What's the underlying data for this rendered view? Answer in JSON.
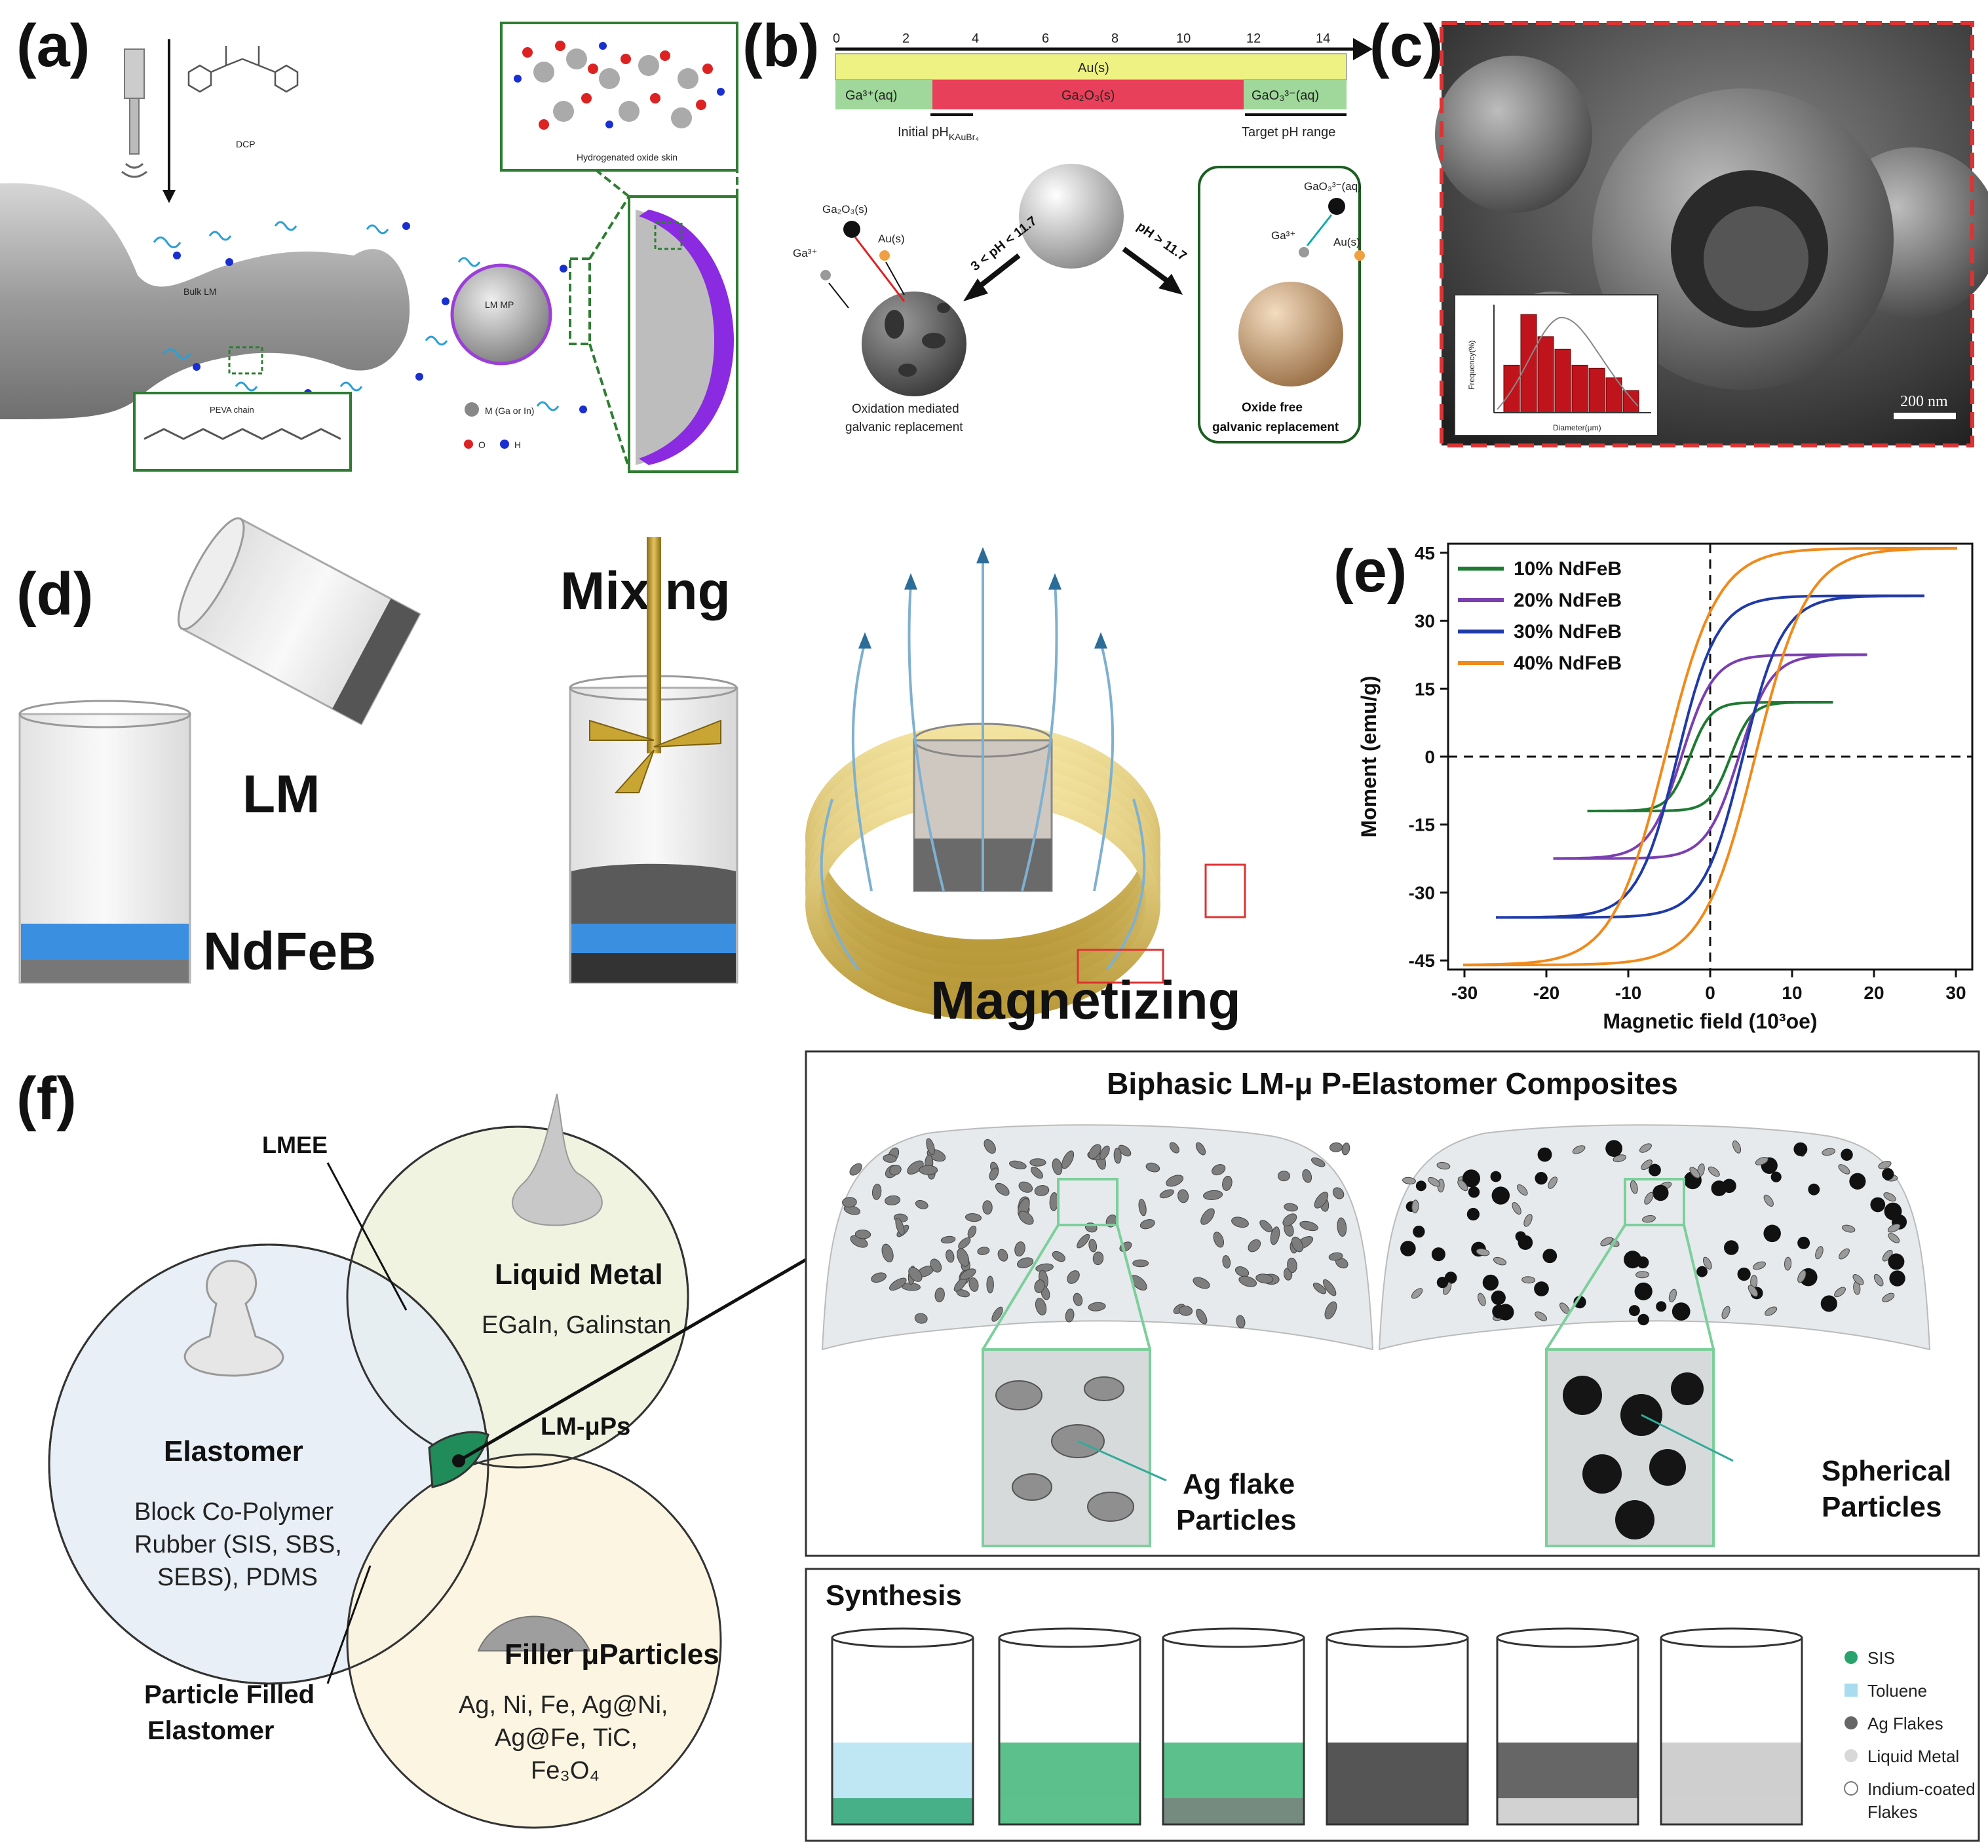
{
  "figure": {
    "labels": {
      "a": "(a)",
      "b": "(b)",
      "c": "(c)",
      "d": "(d)",
      "e": "(e)",
      "f": "(f)"
    }
  },
  "panel_a": {
    "dcp": "DCP",
    "oxide_skin": "Hydrogenated oxide skin",
    "bulk_lm": "Bulk LM",
    "lm_mp": "LM MP",
    "peva": "PEVA chain",
    "legend_m": "M (Ga or In)",
    "legend_o": "O",
    "legend_h": "H"
  },
  "panel_b": {
    "ticks": [
      "0",
      "2",
      "4",
      "6",
      "8",
      "10",
      "12",
      "14"
    ],
    "au_bar": "Au(s)",
    "ga3": "Ga³⁺(aq)",
    "ga2o3_bar": "Ga₂O₃(s)",
    "gao3": "GaO₃³⁻(aq)",
    "initial_ph": "Initial pH",
    "initial_ph_sub": "KAuBr₄",
    "target_ph": "Target pH range",
    "left_ga2o3": "Ga₂O₃(s)",
    "left_ga3": "Ga³⁺",
    "left_au": "Au(s)",
    "arrow_left": "3 < pH < 11.7",
    "arrow_right": "pH > 11.7",
    "right_gao3": "GaO₃³⁻(aq)",
    "right_ga3": "Ga³⁺",
    "right_au": "Au(s)",
    "left_caption1": "Oxidation mediated",
    "left_caption2": "galvanic replacement",
    "right_caption1": "Oxide free",
    "right_caption2": "galvanic replacement"
  },
  "panel_c": {
    "scale": "200 nm",
    "inset_xlabel": "Diameter(μm)",
    "inset_ylabel": "Frequency(%)",
    "histogram": [
      30,
      62,
      48,
      40,
      30,
      28,
      22,
      14
    ]
  },
  "panel_d": {
    "lm": "LM",
    "ndfeb": "NdFeB",
    "mixing": "Mixing",
    "magnetizing": "Magnetizing"
  },
  "chart_data": {
    "type": "line",
    "xlabel": "Magnetic field (10³oe)",
    "ylabel": "Moment (emu/g)",
    "xlim": [
      -32,
      32
    ],
    "ylim": [
      -47,
      47
    ],
    "xticks": [
      -30,
      -20,
      -10,
      0,
      10,
      20,
      30
    ],
    "yticks": [
      -45,
      -30,
      -15,
      0,
      15,
      30,
      45
    ],
    "legend_position": "top-left",
    "series": [
      {
        "name": "10% NdFeB",
        "color": "#1e7a32",
        "hmax": 15,
        "ms": 12,
        "mr": 9,
        "hc": 2.5
      },
      {
        "name": "20% NdFeB",
        "color": "#7a3fb0",
        "hmax": 19,
        "ms": 22.5,
        "mr": 16,
        "hc": 3.5
      },
      {
        "name": "30% NdFeB",
        "color": "#1f3aa8",
        "hmax": 26,
        "ms": 35.5,
        "mr": 24,
        "hc": 4
      },
      {
        "name": "40% NdFeB",
        "color": "#f08a1a",
        "hmax": 30,
        "ms": 46,
        "mr": 32,
        "hc": 5.5
      }
    ]
  },
  "panel_f": {
    "lmee": "LMEE",
    "liquid_metal": "Liquid Metal",
    "lm_examples": "EGaIn, Galinstan",
    "elastomer": "Elastomer",
    "elastomer_ex1": "Block Co-Polymer",
    "elastomer_ex2": "Rubber (SIS, SBS,",
    "elastomer_ex3": "SEBS), PDMS",
    "lm_ups": "LM-μPs",
    "filler": "Filler μParticles",
    "filler_ex1": "Ag, Ni, Fe, Ag@Ni,",
    "filler_ex2": "Ag@Fe, TiC,",
    "filler_ex3": "Fe₃O₄",
    "pfe1": "Particle Filled",
    "pfe2": "Elastomer",
    "composites_title": "Biphasic LM-μ P-Elastomer Composites",
    "ag_flake1": "Ag flake",
    "ag_flake2": "Particles",
    "spherical1": "Spherical",
    "spherical2": "Particles",
    "synthesis_title": "Synthesis",
    "legend": [
      "SIS",
      "Toluene",
      "Ag Flakes",
      "Liquid Metal",
      "Indium-coated",
      "Flakes"
    ]
  }
}
